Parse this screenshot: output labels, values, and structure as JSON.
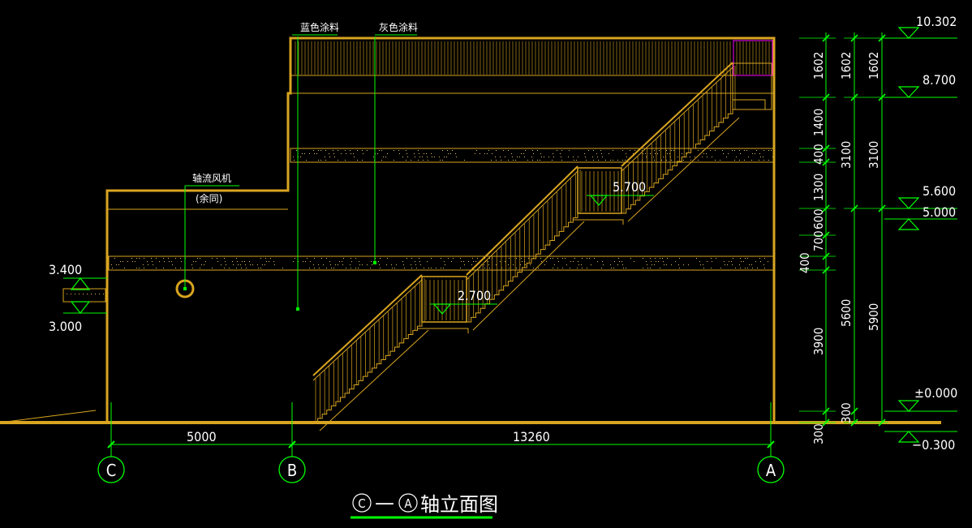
{
  "title": {
    "axis_from": "C",
    "dash": "—",
    "axis_to": "A",
    "suffix": "轴立面图"
  },
  "annotations": {
    "blue_paint": "蓝色涂料",
    "grey_paint": "灰色涂料",
    "axial_fan": "轴流风机",
    "axial_fan_note": "(余同)"
  },
  "elevations": {
    "top": "10.302",
    "e8700": "8.700",
    "e5600": "5.600",
    "e5000": "5.000",
    "zero": "±0.000",
    "minus": "−0.300",
    "left_top": "3.400",
    "left_bottom": "3.000",
    "landing_upper": "5.700",
    "landing_lower": "2.700"
  },
  "dimensions": {
    "inner": [
      "1602",
      "1400",
      "400",
      "1300",
      "700",
      "600",
      "400",
      "3900",
      "300",
      "300"
    ],
    "middle": [
      "1602",
      "3100",
      "5600",
      "300"
    ],
    "outer": [
      "1602",
      "3100",
      "5900"
    ],
    "horizontal": [
      "5000",
      "13260"
    ]
  },
  "axes": [
    "C",
    "B",
    "A"
  ],
  "colors": {
    "background": "#000000",
    "wall": "#d9a520",
    "dimension": "#00ff00",
    "text": "#ffffff",
    "accent": "#ff00ff"
  }
}
